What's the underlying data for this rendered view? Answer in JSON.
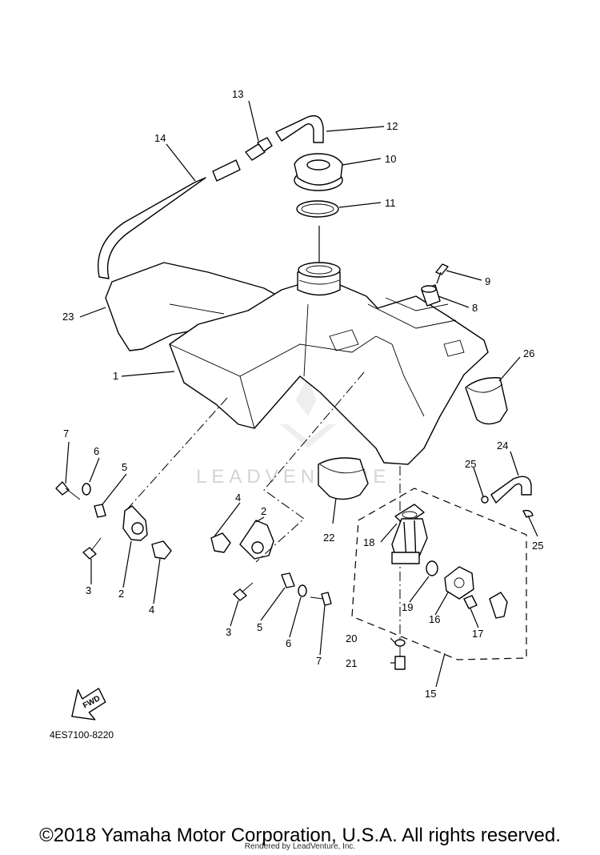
{
  "diagram": {
    "callouts": {
      "p1": "1",
      "p2a": "2",
      "p2b": "2",
      "p3a": "3",
      "p3b": "3",
      "p4a": "4",
      "p4b": "4",
      "p5a": "5",
      "p5b": "5",
      "p6a": "6",
      "p6b": "6",
      "p7a": "7",
      "p7b": "7",
      "p8": "8",
      "p9": "9",
      "p10": "10",
      "p11": "11",
      "p12": "12",
      "p13": "13",
      "p14": "14",
      "p15": "15",
      "p16": "16",
      "p17": "17",
      "p18": "18",
      "p19": "19",
      "p20": "20",
      "p21": "21",
      "p22": "22",
      "p23": "23",
      "p24": "24",
      "p25a": "25",
      "p25b": "25",
      "p26": "26"
    },
    "diagram_code": "4ES7100-8220",
    "fwd_label": "FWD",
    "watermark": "LEADVENTURE"
  },
  "footer": {
    "copyright": "©2018 Yamaha Motor Corporation, U.S.A. All rights reserved.",
    "rendered_by": "Rendered by LeadVenture, Inc."
  }
}
